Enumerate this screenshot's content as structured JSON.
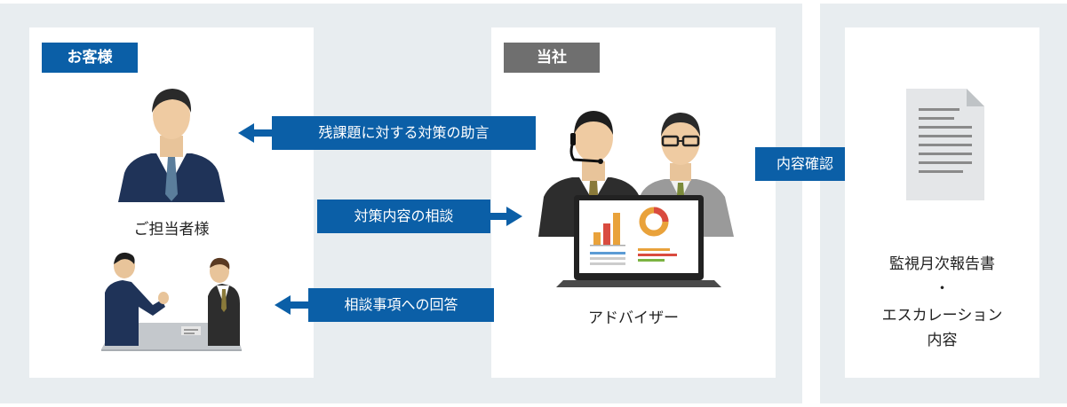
{
  "customer": {
    "tag": "お客様",
    "person_label": "ご担当者様"
  },
  "company": {
    "tag": "当社",
    "advisor_label": "アドバイザー"
  },
  "arrows": {
    "advice": "残課題に対する対策の助言",
    "consult": "対策内容の相談",
    "answer": "相談事項への回答",
    "confirm": "内容確認"
  },
  "report": {
    "line1": "監視月次報告書",
    "line2": "・",
    "line3": "エスカレーション",
    "line4": "内容"
  },
  "colors": {
    "accent": "#0b5fa7",
    "tag_gray": "#6f6f6f",
    "panel": "#e8edf0"
  }
}
